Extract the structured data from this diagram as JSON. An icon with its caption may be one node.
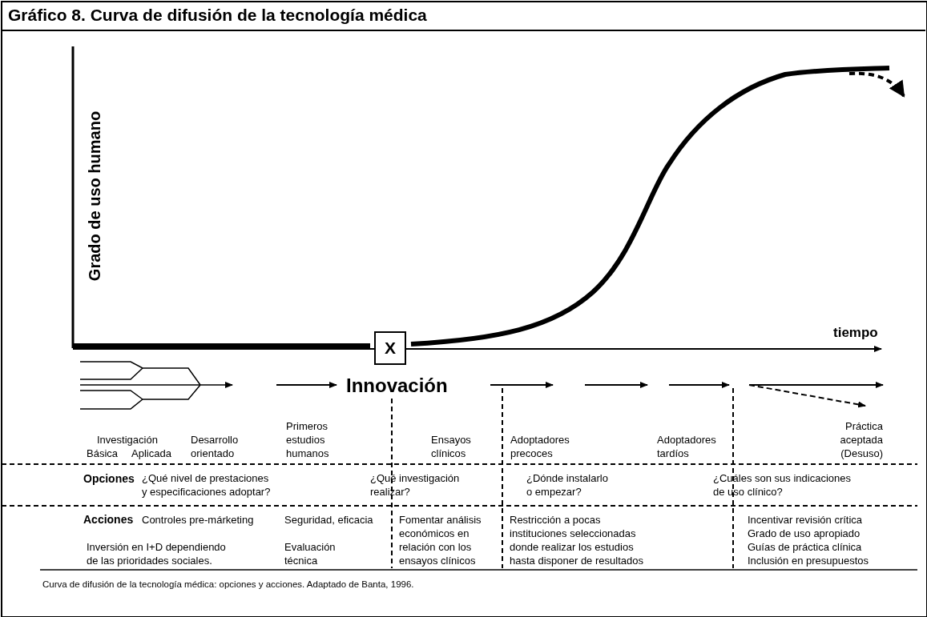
{
  "diagram": {
    "title": "Gráfico 8. Curva de difusión de la tecnología médica",
    "caption": "Curva de difusión de la tecnología médica: opciones y acciones. Adaptado de Banta, 1996.",
    "nodes": [
      {
        "text": [
          "X"
        ]
      }
    ],
    "labels": [
      "Grado de uso humano",
      "tiempo",
      "Innovación",
      "Investigación",
      "Básica",
      "Aplicada",
      "Desarrollo orientado",
      "Primeros estudios humanos",
      "Ensayos clínicos",
      "Adoptadores precoces",
      "Adoptadores tardíos",
      "Práctica aceptada (Desuso)",
      "Opciones",
      "¿Qué nivel de prestaciones y especificaciones adoptar?",
      "¿Qué investigación realizar?",
      "¿Dónde instalarlo o empezar?",
      "¿Cuáles son sus indicaciones de uso clínico?",
      "Acciones",
      "Controles pre-márketing",
      "Seguridad, eficacia",
      "Fomentar análisis económicos en relación con los ensayos clínicos",
      "Restricción a pocas instituciones seleccionadas donde realizar los estudios hasta disponer de resultados",
      "Incentivar revisión crítica",
      "Grado de uso apropiado",
      "Guías de práctica clínica",
      "Inclusión en presupuestos",
      "Inversión en I+D dependiendo de las prioridades sociales.",
      "Evaluación técnica"
    ]
  }
}
